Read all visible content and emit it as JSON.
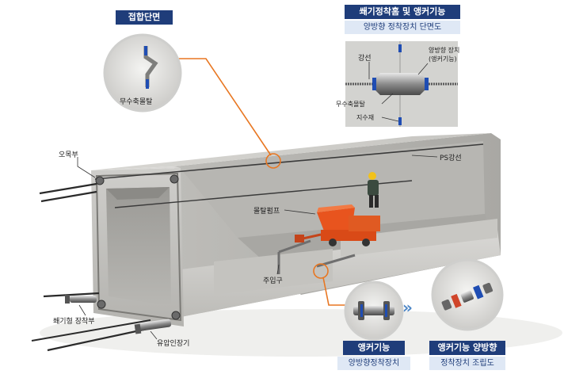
{
  "colors": {
    "leader": "#e87722",
    "badge_dark": "#1f3d7a",
    "badge_light": "#dfe8f5",
    "concrete": "#c9c8c4",
    "pump": "#e8541e"
  },
  "icons": [
    "arrow-right-double-icon"
  ],
  "joint_section": {
    "title": "접합단면",
    "caption": "무수축몰탈"
  },
  "wedge_detail": {
    "title": "쐐기정착홈 및 앵커기능",
    "subtitle": "양방향 정착장치 단면도",
    "labels": {
      "strand": "강선",
      "bidirectional_device": "양방향 장치",
      "anchor_function": "(앵커기능)",
      "mortar": "무수축몰탈",
      "waterproof": "지수재"
    }
  },
  "main_labels": {
    "external_part": "오목부",
    "ps_strand": "PS강선",
    "mortar_pump": "몰탈펌프",
    "inlet": "주입구",
    "wedge_anchor": "쐐기형 장착부",
    "hydraulic_jack": "유압인장기"
  },
  "anchor_device": {
    "title": "앵커기능",
    "subtitle": "양방향정착장치"
  },
  "assembly": {
    "title": "앵커기능 양방향",
    "subtitle": "정착장치 조립도"
  },
  "transition": "»"
}
